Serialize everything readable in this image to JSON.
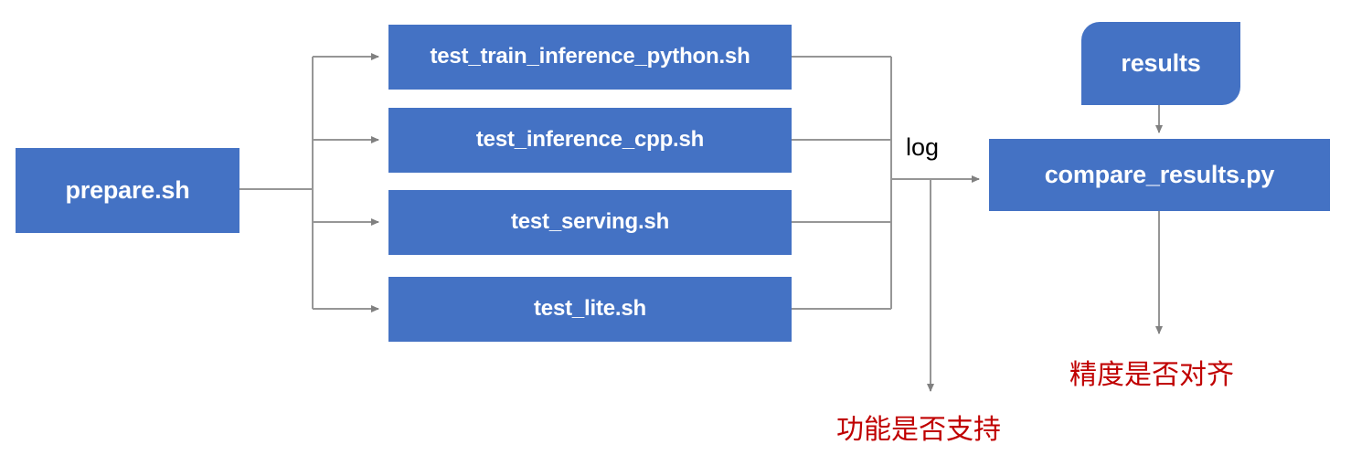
{
  "diagram": {
    "title": "Test pipeline flowchart",
    "colors": {
      "node_fill": "#4472C4",
      "node_text": "#ffffff",
      "connector": "#969696",
      "annotation_red": "#C00000",
      "background": "#ffffff"
    },
    "nodes": [
      {
        "id": "prepare",
        "label": "prepare.sh",
        "shape": "rect"
      },
      {
        "id": "train_python",
        "label": "test_train_inference_python.sh",
        "shape": "rect"
      },
      {
        "id": "inference_cpp",
        "label": "test_inference_cpp.sh",
        "shape": "rect"
      },
      {
        "id": "serving",
        "label": "test_serving.sh",
        "shape": "rect"
      },
      {
        "id": "lite",
        "label": "test_lite.sh",
        "shape": "rect"
      },
      {
        "id": "results",
        "label": "results",
        "shape": "rounded-rect"
      },
      {
        "id": "compare",
        "label": "compare_results.py",
        "shape": "rect"
      }
    ],
    "edge_labels": [
      {
        "id": "log",
        "text": "log"
      }
    ],
    "annotations": [
      {
        "id": "function_support",
        "text": "功能是否支持"
      },
      {
        "id": "precision_aligned",
        "text": "精度是否对齐"
      }
    ]
  }
}
